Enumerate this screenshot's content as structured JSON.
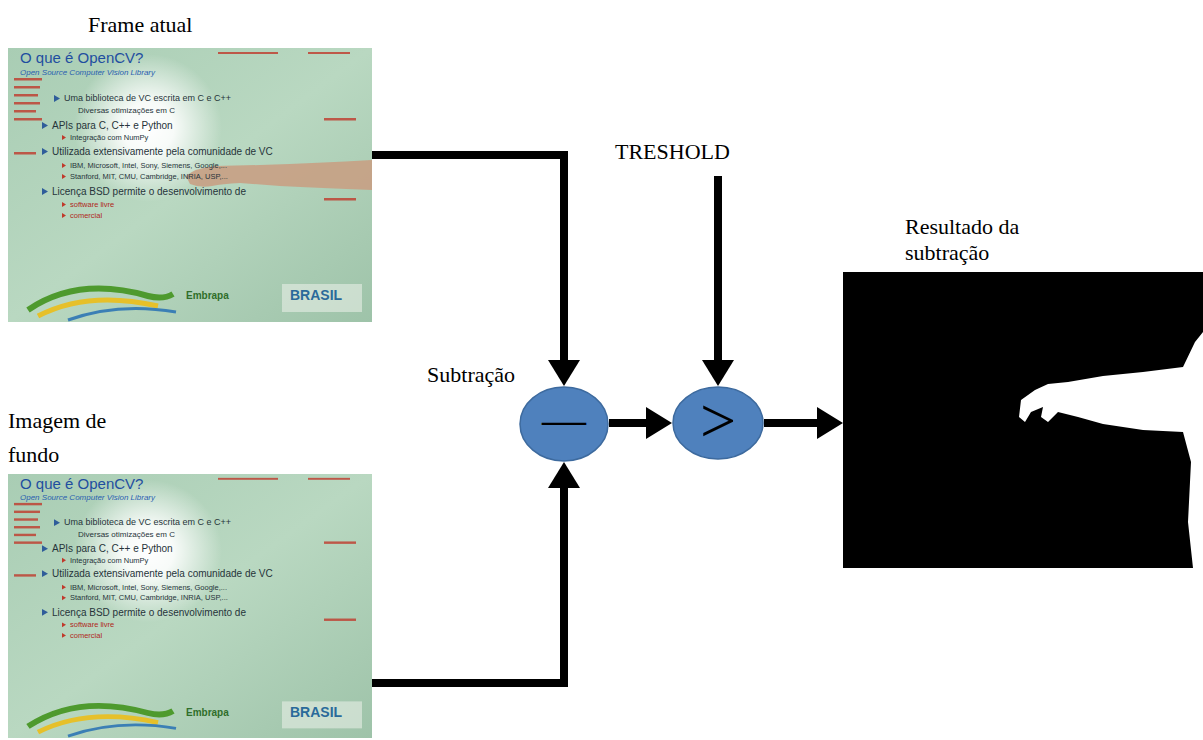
{
  "diagram": {
    "nodes": [
      {
        "text": [
          "Frame atual"
        ]
      },
      {
        "text": [
          "Imagem de fundo"
        ]
      },
      {
        "text": [
          "—",
          "Subtração"
        ]
      },
      {
        "text": [
          "TRESHOLD"
        ]
      },
      {
        "text": [
          ">"
        ]
      },
      {
        "text": [
          "Resultado da subtração"
        ]
      }
    ],
    "edges": [
      {
        "from": 0,
        "to": 2,
        "arrow": "to"
      },
      {
        "from": 1,
        "to": 2,
        "arrow": "to"
      },
      {
        "from": 2,
        "to": 4,
        "arrow": "to"
      },
      {
        "from": 3,
        "to": 4,
        "arrow": "to"
      },
      {
        "from": 4,
        "to": 5,
        "arrow": "to"
      }
    ],
    "labels": [
      "O que é OpenCV?",
      "Open Source Computer Vision Library",
      "Uma biblioteca de VC escrita em C e C++",
      "Diversas otimizações em C",
      "APIs para C, C++ e Python",
      "Integração com NumPy",
      "Utilizada extensivamente pela comunidade de VC",
      "IBM, Microsoft, Intel, Sony, Siemens, Google,...",
      "Stanford, MIT, CMU, Cambridge, INRIA, USP,...",
      "Licença BSD permite o desenvolvimento de",
      "software livre",
      "comercial",
      "Embrapa",
      "BRASIL",
      "O que é OpenCV?",
      "Open Source Computer Vision Library",
      "Uma biblioteca de VC escrita em C e C++",
      "Diversas otimizações em C",
      "APIs para C, C++ e Python",
      "Integração com NumPy",
      "Utilizada extensivamente pela comunidade de VC",
      "IBM, Microsoft, Intel, Sony, Siemens, Google,...",
      "Stanford, MIT, CMU, Cambridge, INRIA, USP,...",
      "Licença BSD permite o desenvolvimento de",
      "software livre",
      "comercial",
      "Embrapa",
      "BRASIL"
    ]
  }
}
